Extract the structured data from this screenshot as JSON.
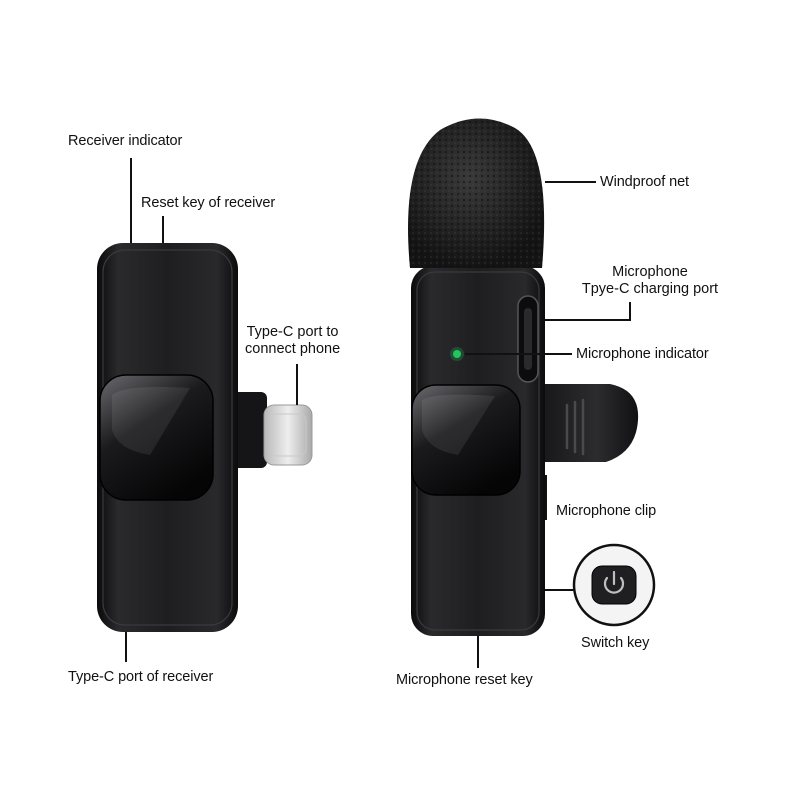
{
  "labels": {
    "receiver_indicator": "Receiver indicator",
    "reset_key_receiver": "Reset key of receiver",
    "type_c_port_phone_line1": "Type-C port to",
    "type_c_port_phone_line2": "connect phone",
    "type_c_port_receiver": "Type-C port of receiver",
    "windproof_net": "Windproof net",
    "mic_charging_line1": "Microphone",
    "mic_charging_line2": "Tpye-C charging port",
    "mic_indicator": "Microphone indicator",
    "mic_clip": "Microphone clip",
    "switch_key": "Switch key",
    "mic_reset_key": "Microphone reset key"
  },
  "icons": {
    "power": "power-icon"
  },
  "colors": {
    "device_body": "#1c1c1e",
    "indicator_led": "#22c55e",
    "connector_metal": "#d9d9d9",
    "label_text": "#111111"
  }
}
